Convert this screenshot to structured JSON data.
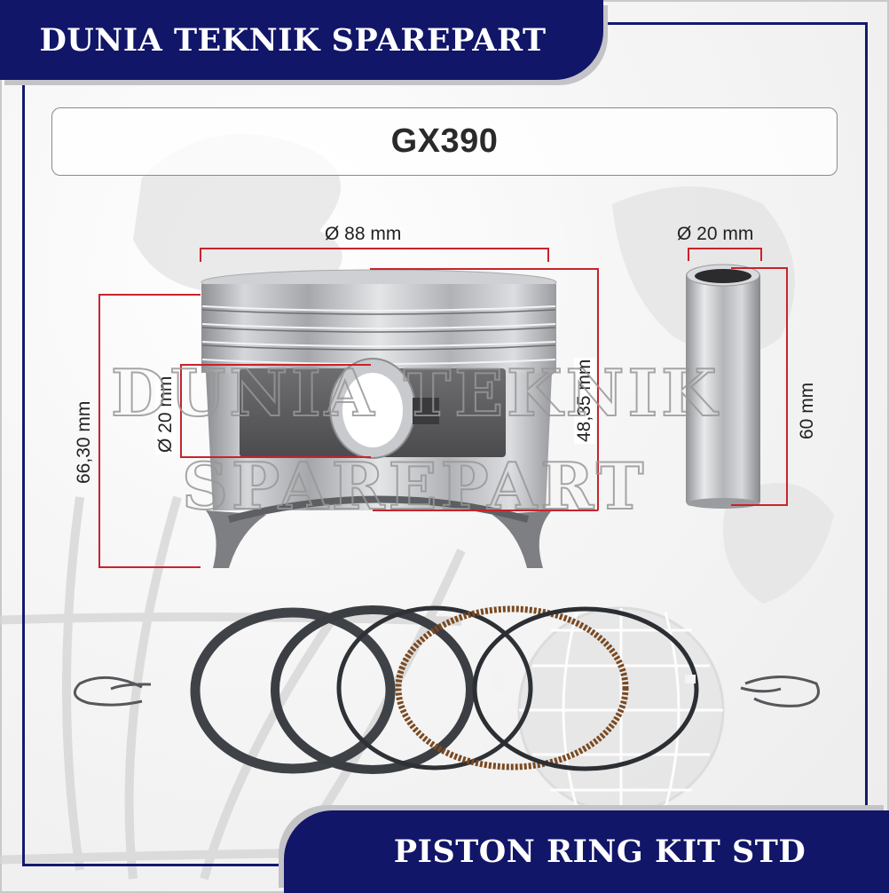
{
  "header": {
    "brand": "DUNIA TEKNIK SPAREPART"
  },
  "model": {
    "code": "GX390"
  },
  "piston": {
    "diameter_label": "Ø 88 mm",
    "total_height_label": "66,30 mm",
    "compression_height_label": "48,35 mm",
    "pin_bore_label": "Ø 20 mm"
  },
  "pin": {
    "diameter_label": "Ø 20 mm",
    "length_label": "60 mm"
  },
  "watermark": {
    "line1": "DUNIA TEKNIK",
    "line2": "SPAREPART"
  },
  "footer": {
    "product": "PISTON RING KIT STD"
  },
  "colors": {
    "banner_navy": "#111668",
    "frame_navy": "#141a6e",
    "dimension_red": "#c8232c",
    "background": "#f1f1f1"
  }
}
